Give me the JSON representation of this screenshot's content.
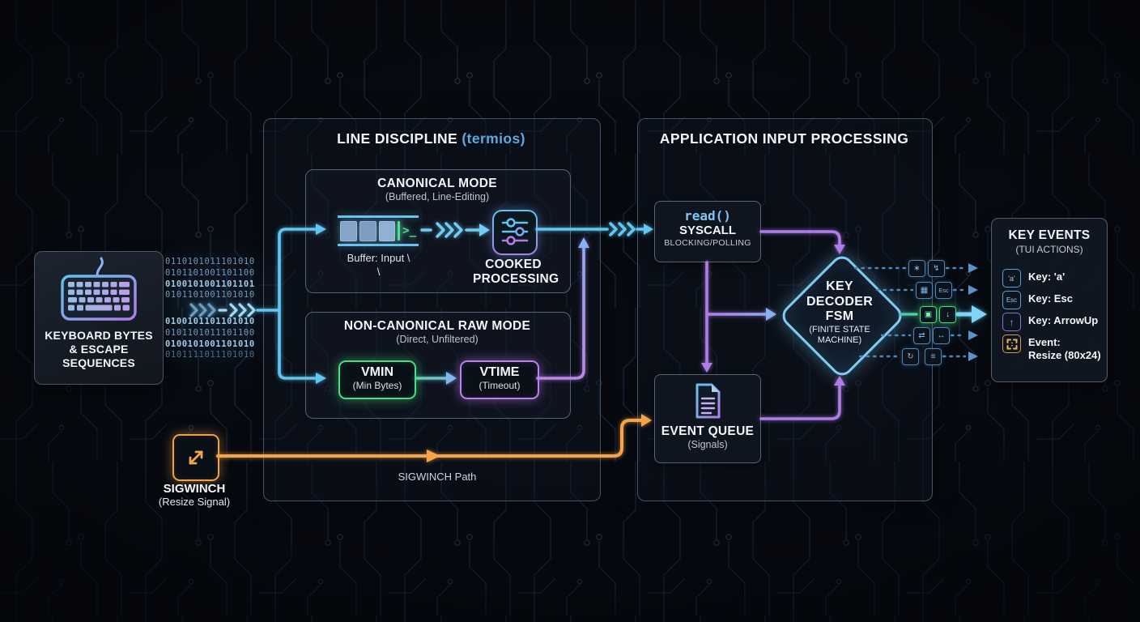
{
  "keyboard": {
    "label1": "KEYBOARD BYTES",
    "label2": "& ESCAPE",
    "label3": "SEQUENCES"
  },
  "binary": {
    "top": [
      "0110101011101010",
      "0101101001101100",
      "0100101001101101",
      "0101101001101010"
    ],
    "bottom": [
      "0100101101101010",
      "0101101011101100",
      "0100101001101010",
      "0101111011101010"
    ]
  },
  "line_discipline": {
    "title": "LINE DISCIPLINE",
    "accent": "(termios)",
    "canonical": {
      "title": "CANONICAL MODE",
      "subtitle": "(Buffered, Line-Editing)",
      "buffer_caption1": "Buffer: Input \\",
      "buffer_caption2": "\\",
      "buffer_prompt": ">_",
      "cooked1": "COOKED",
      "cooked2": "PROCESSING"
    },
    "raw": {
      "title": "NON-CANONICAL RAW MODE",
      "subtitle": "(Direct, Unfiltered)",
      "vmin": "VMIN",
      "vmin_sub": "(Min Bytes)",
      "vtime": "VTIME",
      "vtime_sub": "(Timeout)"
    }
  },
  "sigwinch": {
    "title": "SIGWINCH",
    "subtitle": "(Resize Signal)",
    "path_label": "SIGWINCH Path"
  },
  "application": {
    "title": "APPLICATION INPUT PROCESSING",
    "read": {
      "fn": "read()",
      "l2": "SYSCALL",
      "l3": "BLOCKING/POLLING"
    },
    "fsm": {
      "l1": "KEY",
      "l2": "DECODER",
      "l3": "FSM",
      "s1": "(FINITE STATE",
      "s2": "MACHINE)"
    },
    "queue": {
      "title": "EVENT QUEUE",
      "subtitle": "(Signals)"
    }
  },
  "decoder_chips": {
    "rows": [
      {
        "a": "∗",
        "b": "↯"
      },
      {
        "a": "▦",
        "b": "Esc"
      },
      {
        "a": "▣",
        "b": "↓"
      },
      {
        "a": "⇄",
        "b": "↔"
      },
      {
        "a": "↻",
        "b": "≡"
      }
    ]
  },
  "key_events": {
    "title": "KEY EVENTS",
    "subtitle": "(TUI ACTIONS)",
    "items": [
      {
        "chip": "'a'",
        "label": "Key: 'a'"
      },
      {
        "chip": "Esc",
        "label": "Key: Esc"
      },
      {
        "chip": "↑",
        "label": "Key: ArrowUp"
      },
      {
        "chip": "resize-corners-icon",
        "label": "Event:",
        "label2": "Resize (80x24)"
      }
    ]
  },
  "icons": {
    "keyboard-icon": "svg keyboard with cable",
    "cooked-sliders-icon": "svg 3 sliders",
    "buffer-queue-icon": "3 cells + green caret prompt",
    "document-icon": "svg document with lines",
    "resize-arrows-icon": "diagonal double-headed arrow",
    "resize-corners-icon": "corner brackets with dots"
  },
  "colors": {
    "cyan": "#5ec5f0",
    "blue": "#7fb2f5",
    "purple": "#b07de8",
    "green": "#4ade80",
    "orange": "#f5a44c",
    "accent_text": "#5fa8e2",
    "bg": "#070a10"
  }
}
